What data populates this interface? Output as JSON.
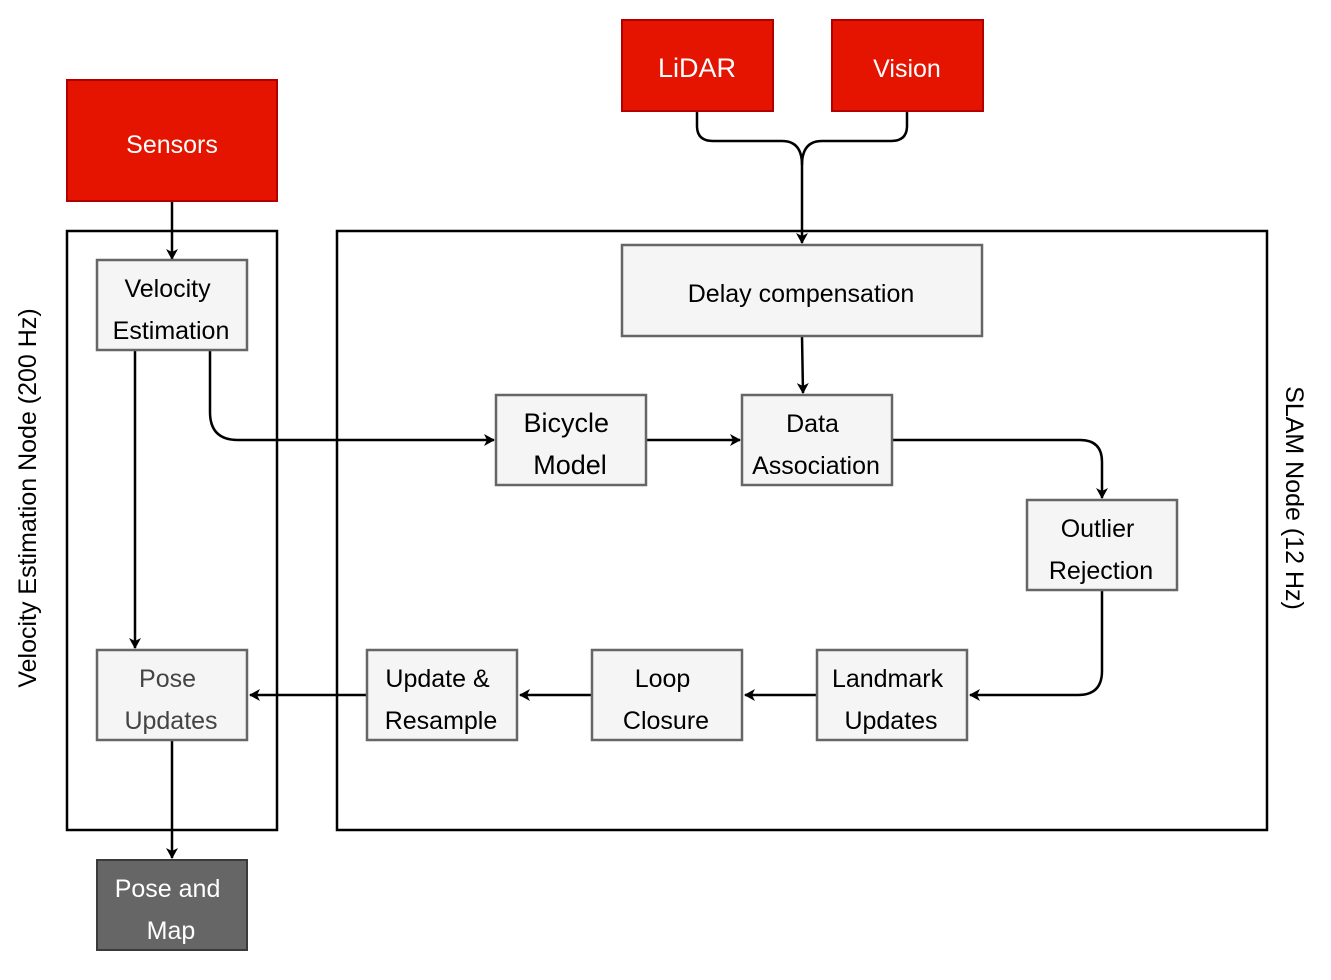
{
  "colors": {
    "input_fill": "#e51400",
    "input_stroke": "#b20000",
    "process_fill": "#f5f5f5",
    "process_stroke": "#666666",
    "output_fill": "#666666",
    "output_stroke": "#3a3a3a",
    "edge": "#000000"
  },
  "nodes": {
    "sensors": "Sensors",
    "lidar": "LiDAR",
    "vision": "Vision",
    "delay_compensation": "Delay compensation",
    "velocity_estimation": [
      "Velocity",
      "Estimation"
    ],
    "bicycle_model": [
      "Bicycle",
      "Model"
    ],
    "data_association": [
      "Data",
      "Association"
    ],
    "outlier_rejection": [
      "Outlier",
      "Rejection"
    ],
    "landmark_updates": [
      "Landmark",
      "Updates"
    ],
    "loop_closure": [
      "Loop",
      "Closure"
    ],
    "update_resample": [
      "Update &",
      "Resample"
    ],
    "pose_updates": [
      "Pose",
      "Updates"
    ],
    "pose_and_map": [
      "Pose and",
      "Map"
    ]
  },
  "groups": {
    "velocity_node": "Velocity Estimation Node (200 Hz)",
    "slam_node": "SLAM Node (12 Hz)"
  }
}
